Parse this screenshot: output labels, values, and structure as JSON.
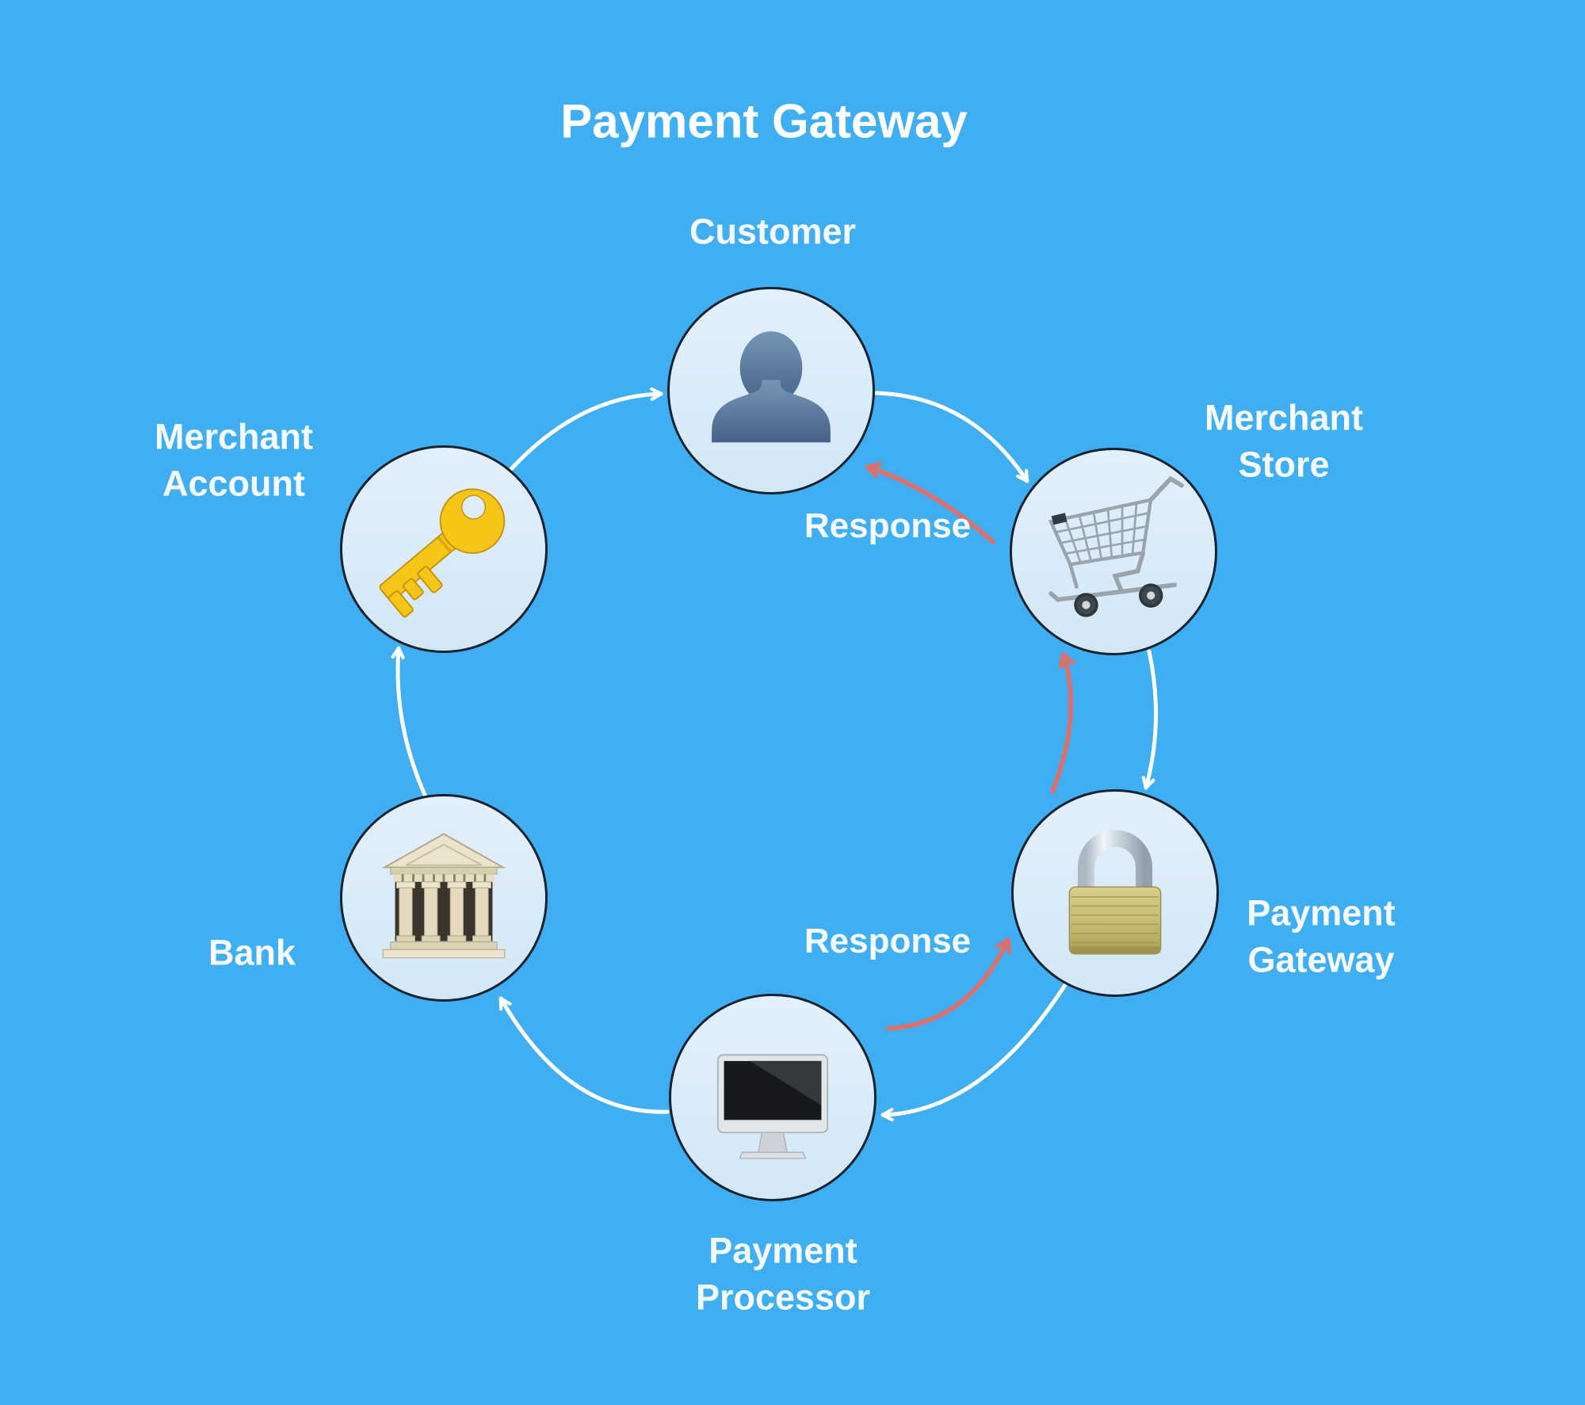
{
  "title": "Payment Gateway",
  "colors": {
    "background": "#40AEF2",
    "node_fill": "#D9EAF8",
    "node_border": "#16222E",
    "flow_arrow": "#FFFFFF",
    "response_arrow": "#D9726E",
    "text": "#F7FAFD"
  },
  "nodes": [
    {
      "id": "customer",
      "label": "Customer",
      "icon": "person-icon"
    },
    {
      "id": "merchant-store",
      "label": "Merchant\nStore",
      "icon": "shopping-cart-icon"
    },
    {
      "id": "payment-gateway",
      "label": "Payment\nGateway",
      "icon": "padlock-icon"
    },
    {
      "id": "payment-processor",
      "label": "Payment\nProcessor",
      "icon": "desktop-computer-icon"
    },
    {
      "id": "bank",
      "label": "Bank",
      "icon": "classical-building-icon"
    },
    {
      "id": "merchant-account",
      "label": "Merchant\nAccount",
      "icon": "key-icon"
    }
  ],
  "response_labels": [
    {
      "text": "Response"
    },
    {
      "text": "Response"
    }
  ]
}
